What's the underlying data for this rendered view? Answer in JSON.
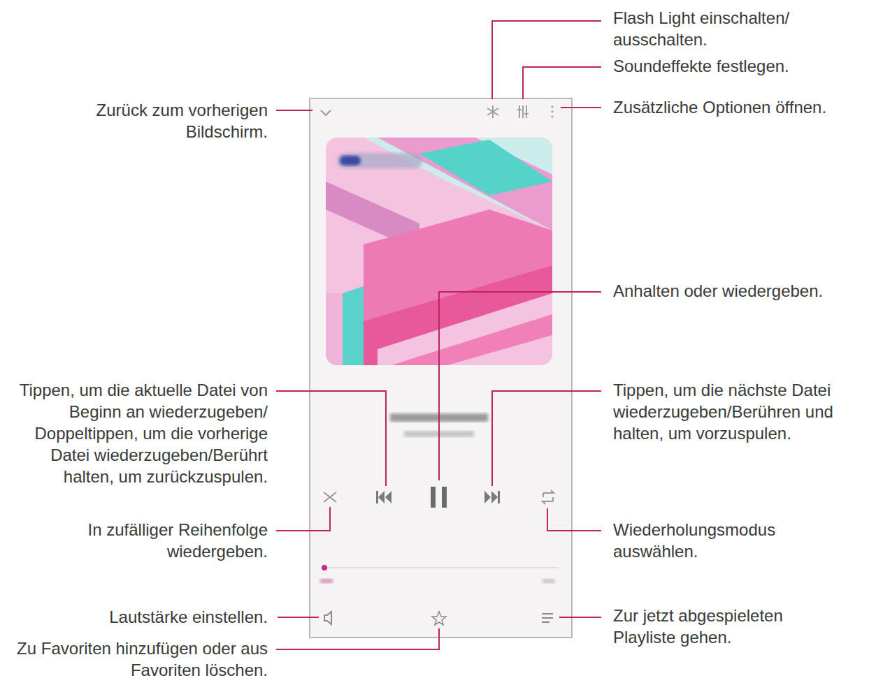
{
  "diagram": {
    "labels": [
      "Flash Light einschalten/ ausschalten.",
      "Soundeffekte festlegen.",
      "Zurück zum vorherigen Bildschirm.",
      "Zusätzliche Optionen öffnen.",
      "Anhalten oder wiedergeben.",
      "Tippen, um die aktuelle Datei von Beginn an wiederzugeben/ Doppeltippen, um die vorherige Datei wiederzugeben/Berührt halten, um zurückzuspulen.",
      "Tippen, um die nächste Datei wiederzugeben/Berühren und halten, um vorzuspulen.",
      "In zufälliger Reihenfolge wiedergeben.",
      "Wiederholungsmodus auswählen.",
      "Lautstärke einstellen.",
      "Zur jetzt abgespieleten Playliste gehen.",
      "Zu Favoriten hinzufügen oder aus Favoriten löschen."
    ]
  }
}
